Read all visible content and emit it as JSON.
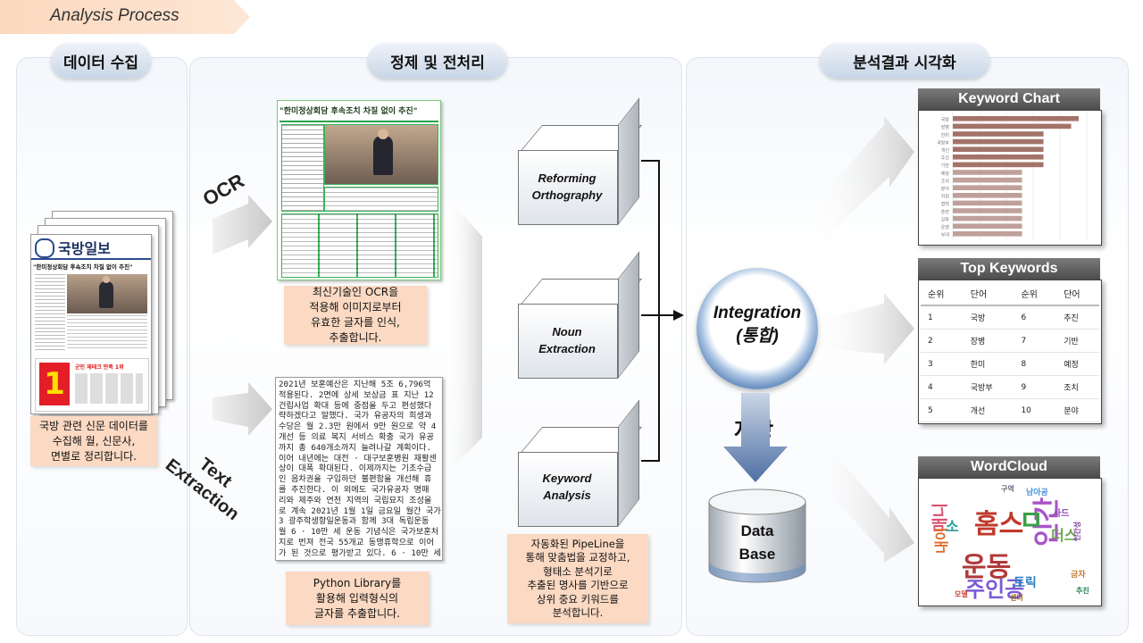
{
  "header": {
    "title": "Analysis Process"
  },
  "sections": {
    "collect": {
      "pill": "데이터 수집",
      "newspaper_name": "국방일보",
      "headline": "\"한미정상회담 후속조치 차질 없이 추진\"",
      "ad_number": "1",
      "ad_text": "군인 재테크 만족 1위",
      "desc": [
        "국방 관련 신문 데이터를",
        "수집해 월, 신문사,",
        "면별로 정리합니다."
      ]
    },
    "preprocess": {
      "pill": "정제 및 전처리",
      "ocr_label": "OCR",
      "text_label_1": "Text",
      "text_label_2": "Extraction",
      "ocr_headline": "\"한미정상회담 후속조치 차질 없이 추진\"",
      "ocr_desc": [
        "최신기술인 OCR을",
        "적용해 이미지로부터",
        "유효한 글자를 인식,",
        "추출합니다."
      ],
      "text_lines": [
        "2021년 보훈예산은 지난해 5조 6,796억",
        "적용된다. 2면에 상세 보상금 표 지난 12",
        "건립사업 확대 등에 중점을 두고 편성했다",
        "략하겠다고 말했다. 국가 유공자의 희생과",
        "수당은 월 2.3만 원에서 9만 원으로 약 4",
        "개선 등 의료 복지 서비스 확충 국가 유공",
        "까지 총 640개소까지 늘려나갈 계획이다.",
        "이어 내년에는 대전 · 대구보훈병원 재활센",
        "상이 대폭 확대된다. 이제까지는 기초수급",
        "인 음차권을 구입하던 불편함을 개선해 휴",
        "를 추진한다. 이 외에도 국가유공자 명패",
        "리와 제주와 연천 지역의 국립묘지 조성을",
        "로 계속 2021년 1월 1일 금요일 월간 국가",
        "3 광주학생항일운동과 함께 3대 독립운동",
        "월 6 · 10만 세 운동 기념식은 국가보훈처",
        "지로 번져 전국 55개교 동맹휴학으로 이어",
        "가 된 것으로 평가받고 있다. 6 · 10만 세"
      ],
      "text_desc": [
        "Python Library를",
        "활용해 입력형식의",
        "글자를 추출합니다."
      ],
      "cubes": [
        {
          "label_1": "Reforming",
          "label_2": "Orthography"
        },
        {
          "label_1": "Noun",
          "label_2": "Extraction"
        },
        {
          "label_1": "Keyword",
          "label_2": "Analysis"
        }
      ],
      "pipeline_desc": [
        "자동화된 PipeLine을",
        "통해 맞춤법을 교정하고,",
        "형태소 분석기로",
        "추출된 명사를 기반으로",
        "상위 중요 키워드를",
        "분석합니다."
      ]
    },
    "integration": {
      "title_1": "Integration",
      "title_2": "(통합)",
      "store_label": "저장",
      "db_1": "Data",
      "db_2": "Base"
    },
    "visualize": {
      "pill": "분석결과 시각화",
      "keyword_chart_title": "Keyword Chart",
      "top_keywords_title": "Top Keywords",
      "wordcloud_title": "WordCloud"
    }
  },
  "chart_data": {
    "type": "bar",
    "orientation": "horizontal",
    "title": "Keyword Chart",
    "categories": [
      "국방",
      "장병",
      "한미",
      "국방부",
      "개선",
      "추진",
      "기반",
      "예정",
      "조치",
      "분야",
      "지원",
      "협력",
      "훈련",
      "강화",
      "운영",
      "부대"
    ],
    "values": [
      100,
      94,
      72,
      72,
      72,
      72,
      72,
      55,
      55,
      55,
      55,
      55,
      55,
      55,
      55,
      55
    ],
    "colors": [
      "#a3736a",
      "#c0a09a"
    ]
  },
  "top_keywords": {
    "headers": [
      "순위",
      "단어",
      "순위",
      "단어"
    ],
    "rows": [
      [
        "1",
        "국방",
        "6",
        "추진"
      ],
      [
        "2",
        "장병",
        "7",
        "기반"
      ],
      [
        "3",
        "한미",
        "8",
        "예정"
      ],
      [
        "4",
        "국방부",
        "9",
        "조치"
      ],
      [
        "5",
        "개선",
        "10",
        "분야"
      ]
    ]
  },
  "wordcloud": {
    "words": [
      {
        "text": "홈스",
        "color": "#c0392b"
      },
      {
        "text": "인간",
        "color": "#a855c7"
      },
      {
        "text": "운동",
        "color": "#b03a3a"
      },
      {
        "text": "주인공",
        "color": "#7b5bd6"
      },
      {
        "text": "ㅁ",
        "color": "#3a9d4a"
      },
      {
        "text": "트릭",
        "color": "#2e7fc2"
      },
      {
        "text": "매니",
        "color": "#d94f70"
      },
      {
        "text": "내이",
        "color": "#e26b2f"
      },
      {
        "text": "소",
        "color": "#27a0a0"
      },
      {
        "text": "더스",
        "color": "#6aa84f"
      },
      {
        "text": "사드",
        "color": "#8e44ad"
      },
      {
        "text": "금자",
        "color": "#c27b2f"
      },
      {
        "text": "남아공",
        "color": "#4a90d9"
      },
      {
        "text": "구역",
        "color": "#5d6d7e"
      },
      {
        "text": "센터",
        "color": "#9c640c"
      },
      {
        "text": "인간성",
        "color": "#7d3c98"
      },
      {
        "text": "추진",
        "color": "#1e8449"
      },
      {
        "text": "모델",
        "color": "#cb4335"
      }
    ]
  }
}
